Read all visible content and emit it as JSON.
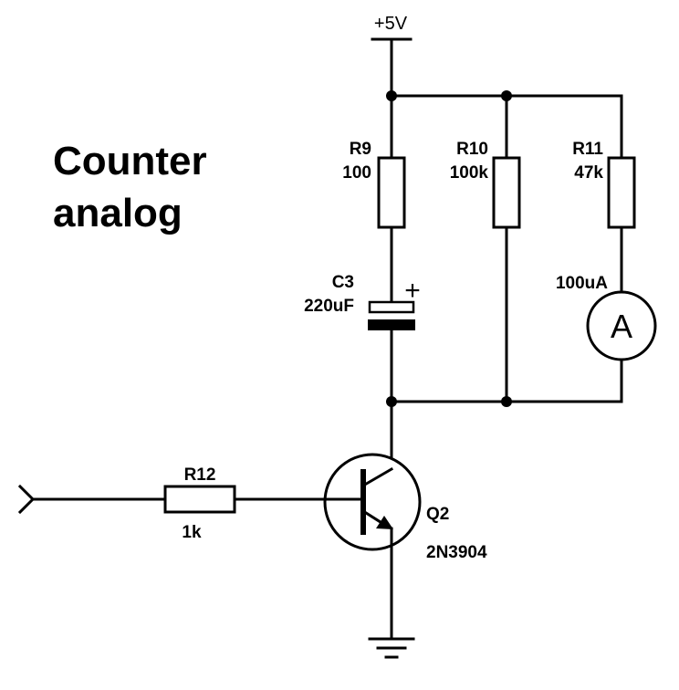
{
  "title": {
    "line1": "Counter",
    "line2": "analog"
  },
  "supply": {
    "label": "+5V"
  },
  "components": {
    "r9": {
      "ref": "R9",
      "value": "100"
    },
    "r10": {
      "ref": "R10",
      "value": "100k"
    },
    "r11": {
      "ref": "R11",
      "value": "47k"
    },
    "c3": {
      "ref": "C3",
      "value": "220uF",
      "polarity": "+"
    },
    "meter": {
      "rating": "100uA",
      "symbol": "A"
    },
    "q2": {
      "ref": "Q2",
      "part": "2N3904"
    },
    "r12": {
      "ref": "R12",
      "value": "1k"
    }
  },
  "icons": [
    "input-arrow-icon",
    "ground-icon",
    "npn-transistor-icon",
    "ammeter-icon",
    "polarized-capacitor-icon"
  ]
}
